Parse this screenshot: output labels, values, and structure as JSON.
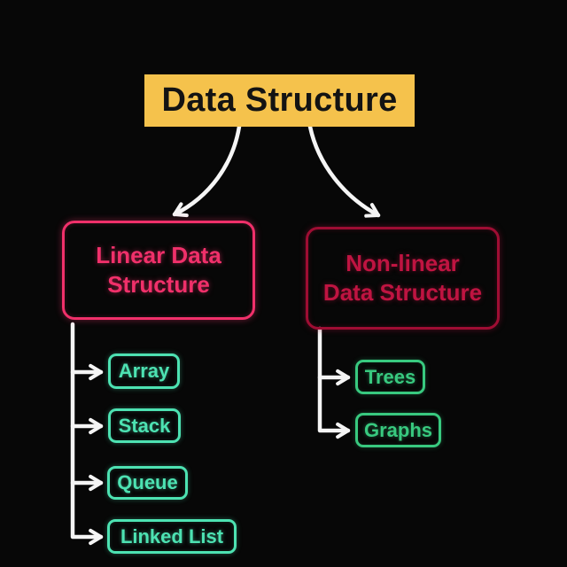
{
  "colors": {
    "background": "#070707",
    "connector": "#f5f5f5",
    "root_fill": "#f5c24c",
    "root_text": "#131313",
    "linear_accent": "#f0306a",
    "nonlinear_border": "#9e0d33",
    "nonlinear_text": "#bf1441",
    "linear_child_accent": "#4de2b2",
    "nonlinear_child_accent": "#38c97f"
  },
  "nodes": {
    "root": {
      "label": "Data Structure"
    },
    "linear": {
      "label": "Linear Data Structure",
      "lines": [
        "Linear Data",
        "Structure"
      ]
    },
    "nonlinear": {
      "label": "Non-linear Data Structure",
      "lines": [
        "Non-linear",
        "Data Structure"
      ]
    },
    "linear_children": [
      {
        "label": "Array"
      },
      {
        "label": "Stack"
      },
      {
        "label": "Queue"
      },
      {
        "label": "Linked List"
      }
    ],
    "nonlinear_children": [
      {
        "label": "Trees"
      },
      {
        "label": "Graphs"
      }
    ]
  }
}
